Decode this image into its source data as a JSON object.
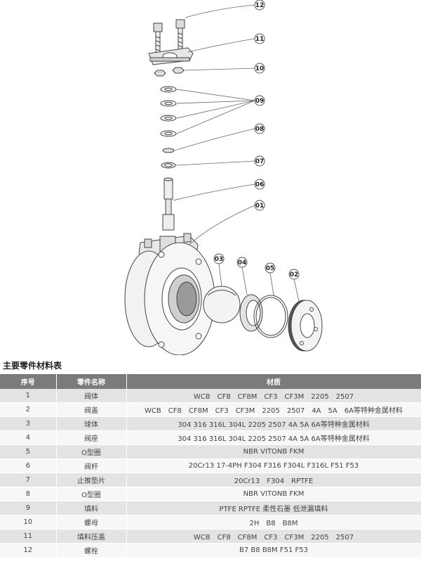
{
  "callouts": [
    "12",
    "11",
    "10",
    "09",
    "08",
    "07",
    "06",
    "01",
    "03",
    "04",
    "05",
    "02"
  ],
  "table": {
    "title": "主要零件材料表",
    "headers": [
      "序号",
      "零件名称",
      "材质"
    ],
    "rows": [
      {
        "no": "1",
        "name": "阀体",
        "material": "WCB　CF8　CF8M　CF3　CF3M　2205　2507"
      },
      {
        "no": "2",
        "name": "阀盖",
        "material": "WCB　CF8　CF8M　CF3　CF3M　2205　2507　4A　5A　6A等特种金属材料"
      },
      {
        "no": "3",
        "name": "球体",
        "material": "304  316  316L  304L  2205  2507  4A  5A  6A等特种金属材料"
      },
      {
        "no": "4",
        "name": "阀座",
        "material": "304  316  316L  304L  2205  2507  4A  5A  6A等特种金属材料"
      },
      {
        "no": "5",
        "name": "O型圈",
        "material": "NBR  VITONB  FKM"
      },
      {
        "no": "6",
        "name": "阀杆",
        "material": "20Cr13  17-4PH  F304  F316  F304L  F316L  F51  F53"
      },
      {
        "no": "7",
        "name": "止推垫片",
        "material": "20Cr13　F304　RPTFE"
      },
      {
        "no": "8",
        "name": "O型圈",
        "material": "NBR  VITONB  FKM"
      },
      {
        "no": "9",
        "name": "填料",
        "material": "PTFE  RPTFE  柔性石墨  低泄漏填料"
      },
      {
        "no": "10",
        "name": "螺母",
        "material": "2H　B8　B8M"
      },
      {
        "no": "11",
        "name": "填料压盖",
        "material": "WCB　CF8　CF8M　CF3　CF3M　2205　2507"
      },
      {
        "no": "12",
        "name": "螺栓",
        "material": "B7  B8  B8M  F51  F53"
      }
    ]
  }
}
